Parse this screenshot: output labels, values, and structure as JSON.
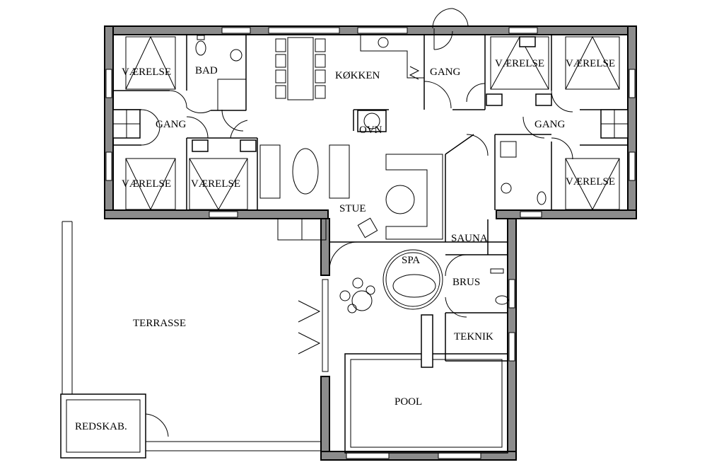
{
  "rooms": {
    "vaerelse_nw": "VÆRELSE",
    "bad": "BAD",
    "koekken": "KØKKEN",
    "gang_n": "GANG",
    "vaerelse_ne1": "VÆRELSE",
    "vaerelse_ne2": "VÆRELSE",
    "gang_w": "GANG",
    "ovn": "OVN",
    "gang_e": "GANG",
    "vaerelse_sw1": "VÆRELSE",
    "vaerelse_sw2": "VÆRELSE",
    "vaerelse_se": "VÆRELSE",
    "stue": "STUE",
    "sauna": "SAUNA",
    "spa": "SPA",
    "brus": "BRUS",
    "terrasse": "TERRASSE",
    "teknik": "TEKNIK",
    "pool": "POOL",
    "redskab": "REDSKAB."
  },
  "colors": {
    "wall": "#8c8c8c",
    "line": "#000000",
    "background": "#ffffff"
  }
}
